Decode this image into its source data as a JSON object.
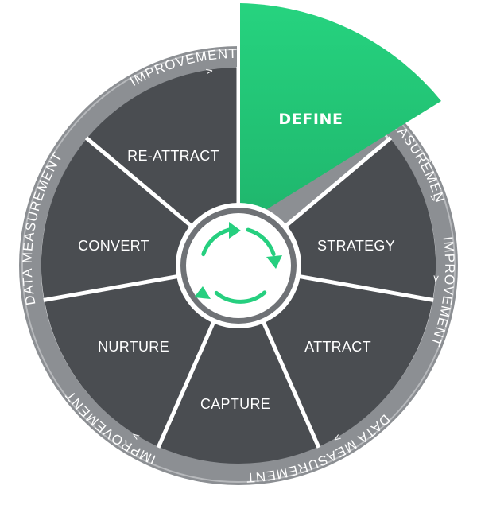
{
  "segments": [
    {
      "key": "define",
      "label": "DEFINE",
      "highlight": true
    },
    {
      "key": "strategy",
      "label": "STRATEGY"
    },
    {
      "key": "attract",
      "label": "ATTRACT"
    },
    {
      "key": "capture",
      "label": "CAPTURE"
    },
    {
      "key": "nurture",
      "label": "NURTURE"
    },
    {
      "key": "convert",
      "label": "CONVERT"
    },
    {
      "key": "re-attract",
      "label": "RE-ATTRACT"
    }
  ],
  "ring_labels": {
    "improvement": "IMPROVEMENT",
    "data_measurement": "DATA MEASUREMENT",
    "chevron": ">"
  },
  "colors": {
    "segment": "#4a4d51",
    "accent": "#26cf7f",
    "ring": "#8c8f93",
    "ring_edge": "#c9cbcd",
    "divider": "#ffffff"
  },
  "icons": {
    "center": "cycle-arrows-icon"
  }
}
